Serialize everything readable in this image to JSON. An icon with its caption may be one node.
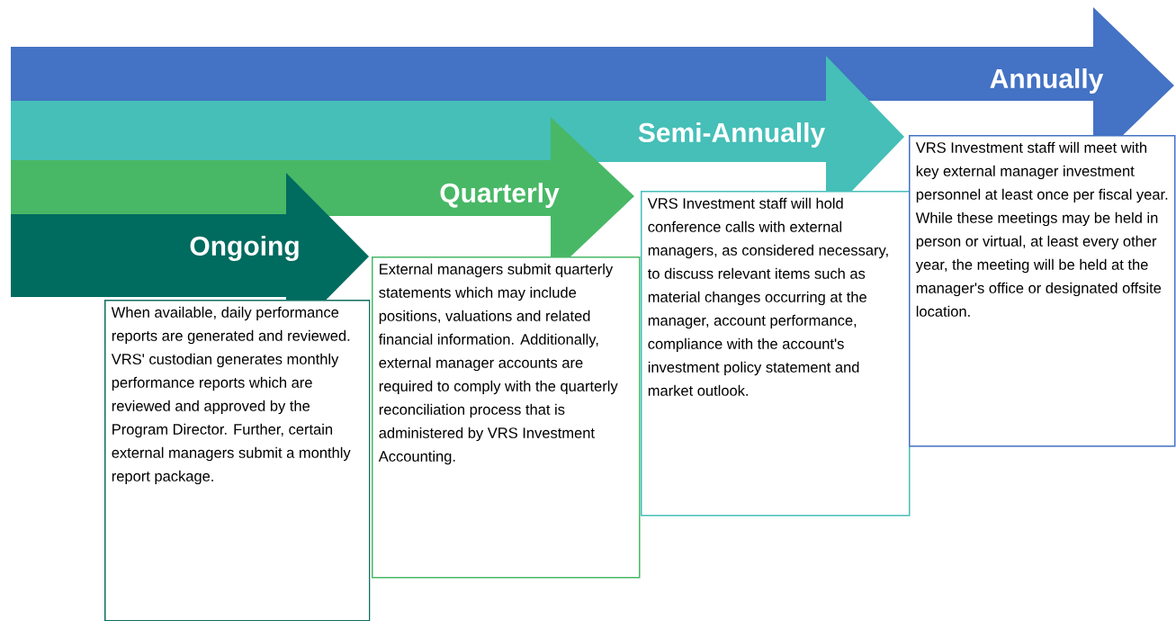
{
  "diagram": {
    "nodes": [
      {
        "text": [
          "Ongoing"
        ]
      },
      {
        "text": [
          "When available, daily performance reports are generated and reviewed. VRS' custodian generates monthly performance reports which are reviewed and approved by the Program Director. Further, certain external managers submit a monthly report package."
        ]
      },
      {
        "text": [
          "Quarterly"
        ]
      },
      {
        "text": [
          "External managers submit quarterly statements which may include positions, valuations and related financial information. Additionally, external manager accounts are required to comply with the quarterly reconciliation process that is administered by VRS Investment Accounting."
        ]
      },
      {
        "text": [
          "Semi-Annually"
        ]
      },
      {
        "text": [
          "VRS Investment staff will hold conference calls with external managers, as considered necessary, to discuss relevant items such as material changes occurring at the manager, account performance, compliance with the account's investment policy statement and market outlook."
        ]
      },
      {
        "text": [
          "Annually"
        ]
      },
      {
        "text": [
          "VRS Investment staff will meet with key external manager investment personnel at least once per fiscal year. While these meetings may be held in person or virtual, at least every other year, the meeting will be held at the manager's office or designated offsite location."
        ]
      }
    ]
  }
}
